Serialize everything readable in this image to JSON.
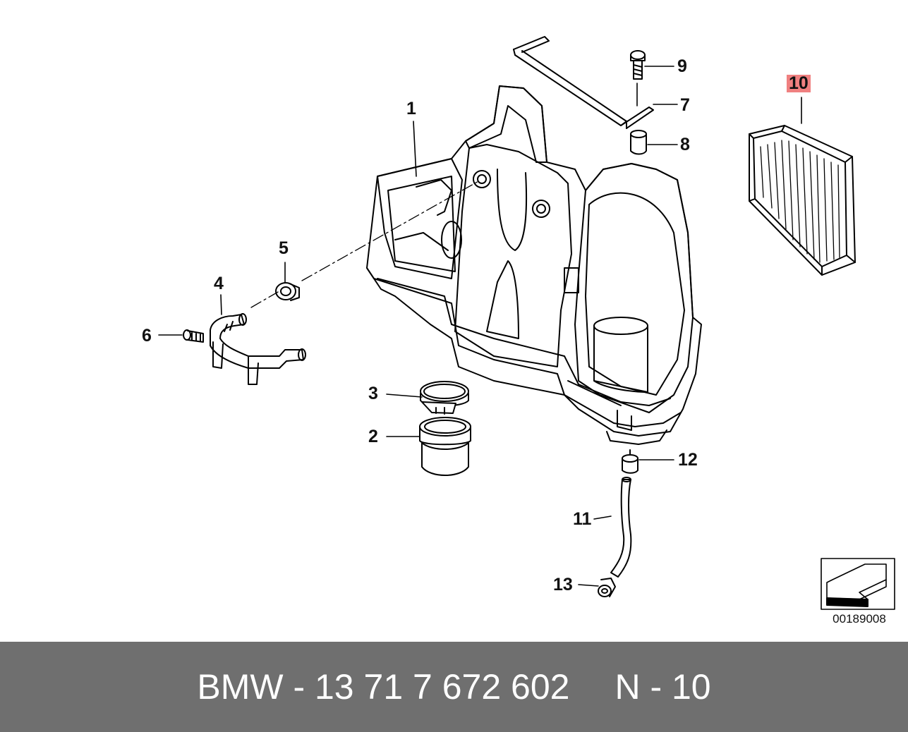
{
  "callouts": {
    "c1": "1",
    "c2": "2",
    "c3": "3",
    "c4": "4",
    "c5": "5",
    "c6": "6",
    "c7": "7",
    "c8": "8",
    "c9": "9",
    "c10": "10",
    "c11": "11",
    "c12": "12",
    "c13": "13"
  },
  "highlighted_callout": "10",
  "diagram_number": "00189008",
  "footer": {
    "part_number": "BMW - 13 71 7 672 602",
    "position": "N - 10"
  },
  "colors": {
    "highlight": "#f08080",
    "footer_bg": "#6f6f6f",
    "footer_text": "#ffffff",
    "line": "#000000"
  },
  "icons": {
    "orientation": "direction-arrow-icon"
  }
}
